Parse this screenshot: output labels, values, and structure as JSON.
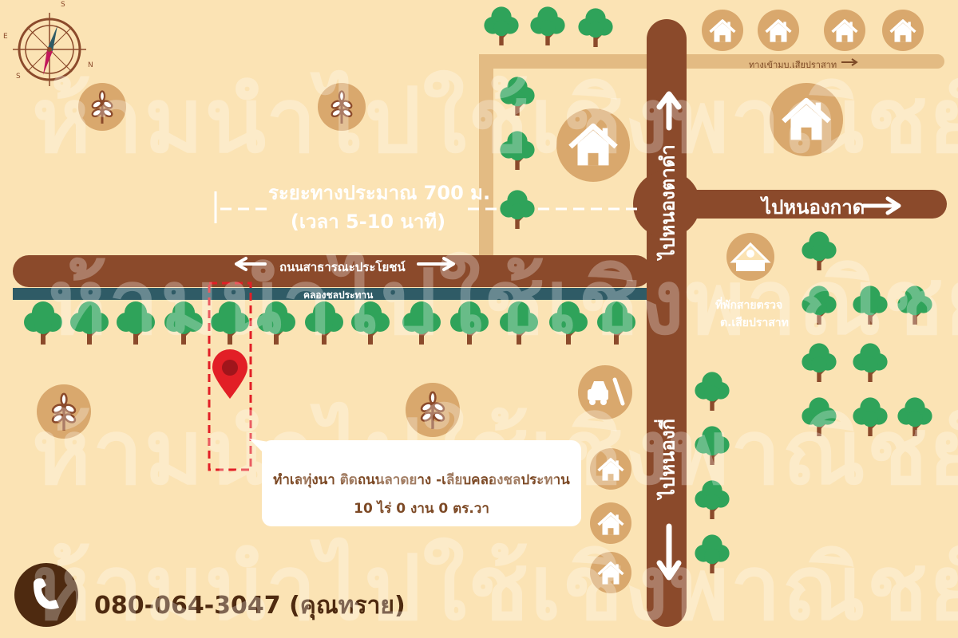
{
  "roads": {
    "public_road": "ถนนสาธารณะประโยชน์",
    "canal": "คลองชลประทาน",
    "to_nong_kad": "ไปหนองกาด",
    "to_nong_tam": "ไปหนองตาดำ",
    "to_nong_ki": "ไปหนองกี่",
    "village_entrance": "ทางเข้ามบ.เสียปราสาท"
  },
  "distance": {
    "line1": "ระยะทางประมาณ 700 ม.",
    "line2": "(เวลา 5-10 นาที)"
  },
  "police_box": {
    "line1": "ที่พักสายตรวจ",
    "line2": "ต.เสียปราสาท"
  },
  "property": {
    "description": "ทำเลทุ่งนา ติดถนนลาดยาง -เลียบคลองชลประทาน",
    "size": "10 ไร่ 0 งาน 0 ตร.วา"
  },
  "contact": {
    "phone": "080-064-3047 (คุณทราย)"
  },
  "watermark": "ห้ามนำไปใช้เชิงพาณิชย์",
  "colors": {
    "background": "#fbe3b4",
    "road": "#8b4a2b",
    "canal": "#2f5b66",
    "lane": "#e3bb83",
    "icon_circle": "#d9a86d",
    "tree_green": "#2fa35a",
    "pin": "#e21f26",
    "text_brown": "#7d4a26"
  }
}
